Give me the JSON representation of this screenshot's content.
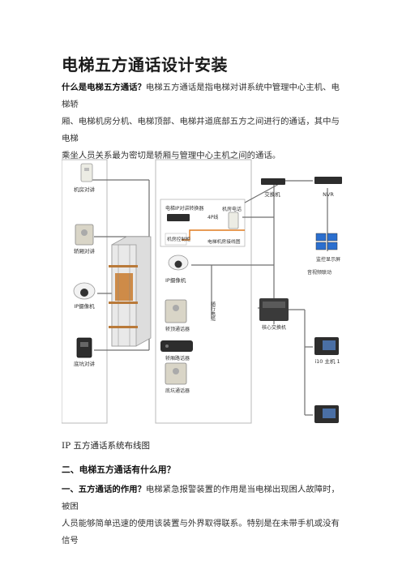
{
  "title": "电梯五方通话设计安装",
  "intro": {
    "lead": "什么是电梯五方通话？",
    "line1_rest": "电梯五方通话是指电梯对讲系统中管理中心主机、电梯轿",
    "line2": "厢、电梯机房分机、电梯顶部、电梯井道底部五方之间进行的通话，其中与电梯",
    "line3": "乘坐人员关系最为密切是轿厢与管理中心主机之间的通话。"
  },
  "diagram": {
    "machine_room_intercom": "机房对讲",
    "car_intercom": "轿厢对讲",
    "ip_camera_left": "IP摄像机",
    "pit_intercom": "底坑对讲",
    "converter": "电梯IP对讲转换器",
    "room_phone": "机房电话",
    "four_wire": "4P线",
    "room_controller": "机房控制柜",
    "room_wiring": "电梯机房接线图",
    "ip_camera_mid": "IP摄像机",
    "cable": "随行电缆",
    "car_top_unit": "轿顶通话器",
    "car_router": "轿厢路话器",
    "pit_unit": "底坑通话器",
    "switch": "交换机",
    "nvr": "NVR",
    "monitor": "监控显示屏",
    "video_link": "音视频联动",
    "core_switch": "核心交换机",
    "host": "i10 主机 1"
  },
  "caption": "IP 五方通话系统布线图",
  "section2_heading": "二、电梯五方通话有什么用？",
  "section2": {
    "lead": "一、五方通话的作用？",
    "line1_rest": "电梯紧急报警装置的作用是当电梯出现困人故障时，被困",
    "line2": "人员能够简单迅速的使用该装置与外界取得联系。特别是在未带手机或没有信号"
  },
  "colors": {
    "wire_gray": "#6f6f6f",
    "orange_line": "#e07a1e",
    "box_stroke": "#b8b8b8",
    "device_dark": "#2d2d2d",
    "monitor_blue": "#2b6fcf"
  }
}
